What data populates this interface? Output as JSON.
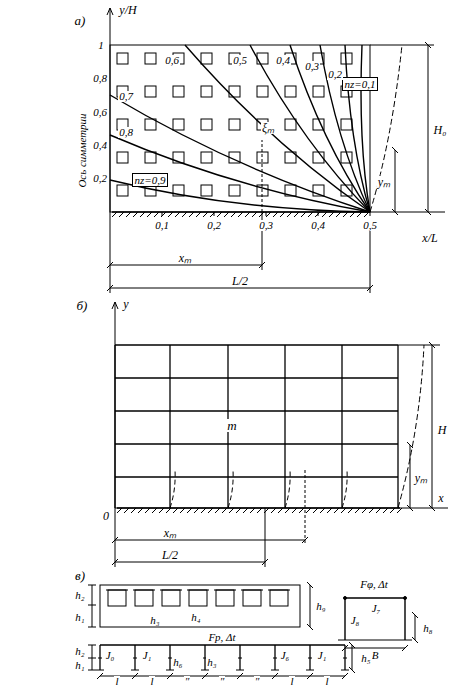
{
  "diagram": {
    "nodes": [
      {
        "text": [
          "nz=0,1"
        ]
      },
      {
        "text": [
          "nz=0,9"
        ]
      }
    ],
    "labels": [
      "а)",
      "y/H",
      "1",
      "0,8",
      "0,6",
      "0,4",
      "0,2",
      "0,1",
      "0,2",
      "0,3",
      "0,4",
      "0,5",
      "x/L",
      "Ось симметрии",
      "0,6",
      "0,5",
      "0,4",
      "0,3",
      "0,2",
      "0,7",
      "0,8",
      "ξₘ",
      "H₀",
      "yₘ",
      "xₘ",
      "L/2",
      "б)",
      "y",
      "m",
      "H",
      "yₘ",
      "x",
      "0",
      "xₘ",
      "L/2",
      "в)",
      "h₂",
      "h₁",
      "h₄",
      "h₃",
      "h₉",
      "Fφ, Δt",
      "J₇",
      "J₈",
      "h₈",
      "B",
      "Fр, Δt",
      "h₂",
      "h₁",
      "J₀",
      "J₁",
      "h₆",
      "h₃",
      "J₆",
      "J₁",
      "h₅",
      "l",
      "l",
      "″",
      "″",
      "″",
      "l",
      "l"
    ]
  }
}
